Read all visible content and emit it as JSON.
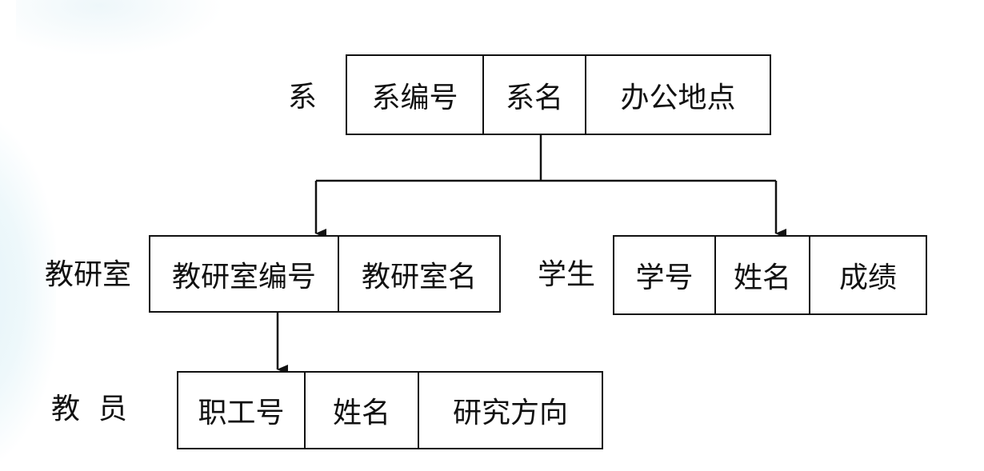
{
  "records": {
    "department": {
      "name": "系",
      "fields": [
        "系编号",
        "系名",
        "办公地点"
      ]
    },
    "office": {
      "name": "教研室",
      "fields": [
        "教研室编号",
        "教研室名"
      ]
    },
    "student": {
      "name": "学生",
      "fields": [
        "学号",
        "姓名",
        "成绩"
      ]
    },
    "teacher": {
      "name": "教  员",
      "fields": [
        "职工号",
        "姓名",
        "研究方向"
      ]
    }
  }
}
